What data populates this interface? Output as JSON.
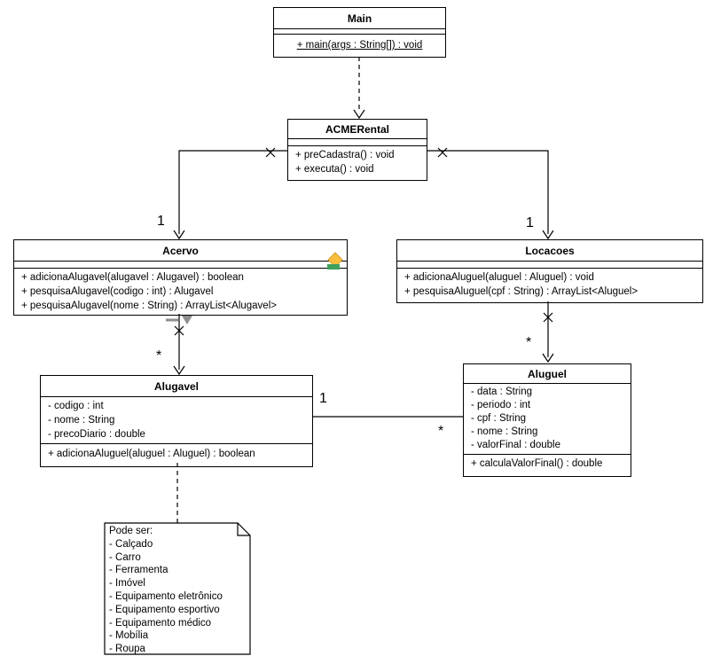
{
  "classes": {
    "main": {
      "name": "Main",
      "attributes": [],
      "methods": [
        "+ main(args : String[]) : void"
      ]
    },
    "acmerental": {
      "name": "ACMERental",
      "attributes": [],
      "methods": [
        "+ preCadastra() : void",
        "+ executa() : void"
      ]
    },
    "acervo": {
      "name": "Acervo",
      "attributes": [],
      "methods": [
        "+ adicionaAlugavel(alugavel : Alugavel) : boolean",
        "+ pesquisaAlugavel(codigo : int) : Alugavel",
        "+ pesquisaAlugavel(nome : String) : ArrayList<Alugavel>"
      ]
    },
    "locacoes": {
      "name": "Locacoes",
      "attributes": [],
      "methods": [
        "+ adicionaAluguel(aluguel : Aluguel) : void",
        "+ pesquisaAluguel(cpf : String) : ArrayList<Aluguel>"
      ]
    },
    "alugavel": {
      "name": "Alugavel",
      "attributes": [
        "- codigo : int",
        "- nome : String",
        "- precoDiario : double"
      ],
      "methods": [
        "+ adicionaAluguel(aluguel : Aluguel) : boolean"
      ]
    },
    "aluguel": {
      "name": "Aluguel",
      "attributes": [
        "- data : String",
        "- periodo : int",
        "- cpf : String",
        "- nome : String",
        "- valorFinal : double"
      ],
      "methods": [
        "+ calculaValorFinal() : double"
      ]
    }
  },
  "note": {
    "title": "Pode ser:",
    "items": [
      "- Calçado",
      "- Carro",
      "- Ferramenta",
      "- Imóvel",
      "- Equipamento eletrônico",
      "- Equipamento esportivo",
      "- Equipamento médico",
      "- Mobília",
      "- Roupa"
    ]
  },
  "relationships": {
    "main_to_acmerental": {
      "type": "dependency"
    },
    "acmerental_to_acervo": {
      "multiplicity": "1"
    },
    "acmerental_to_locacoes": {
      "multiplicity": "1"
    },
    "acervo_to_alugavel": {
      "multiplicity": "*"
    },
    "locacoes_to_aluguel": {
      "multiplicity": "*"
    },
    "alugavel_to_aluguel": {
      "multiplicity_alugavel": "1",
      "multiplicity_aluguel": "*"
    }
  },
  "colors": {
    "line": "#000000",
    "background": "#ffffff",
    "diamond_marker": "#F9BE3B",
    "green_marker": "#3FA05C",
    "gray_marker": "#8E8E8E"
  }
}
